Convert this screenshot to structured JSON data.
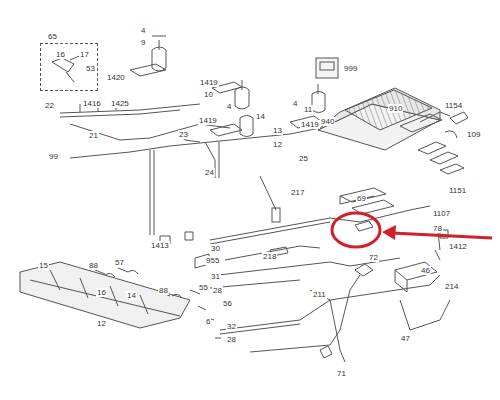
{
  "diagram": {
    "nodes": [
      {
        "text": [
          "65",
          "16",
          "17",
          "53"
        ]
      }
    ],
    "labels": [
      "4",
      "9",
      "1420",
      "1419",
      "10",
      "999",
      "22",
      "1416",
      "1425",
      "21",
      "1419",
      "4",
      "14",
      "13",
      "12",
      "4",
      "11",
      "1419",
      "23",
      "25",
      "99",
      "24",
      "940",
      "910",
      "1154",
      "109",
      "1151",
      "217",
      "69",
      "1107",
      "78",
      "30",
      "218",
      "1413",
      "955",
      "31",
      "28",
      "1412",
      "72",
      "46",
      "214",
      "211",
      "15",
      "88",
      "57",
      "14",
      "16",
      "88",
      "55",
      "56",
      "6",
      "32",
      "28",
      "12",
      "71",
      "47"
    ]
  }
}
